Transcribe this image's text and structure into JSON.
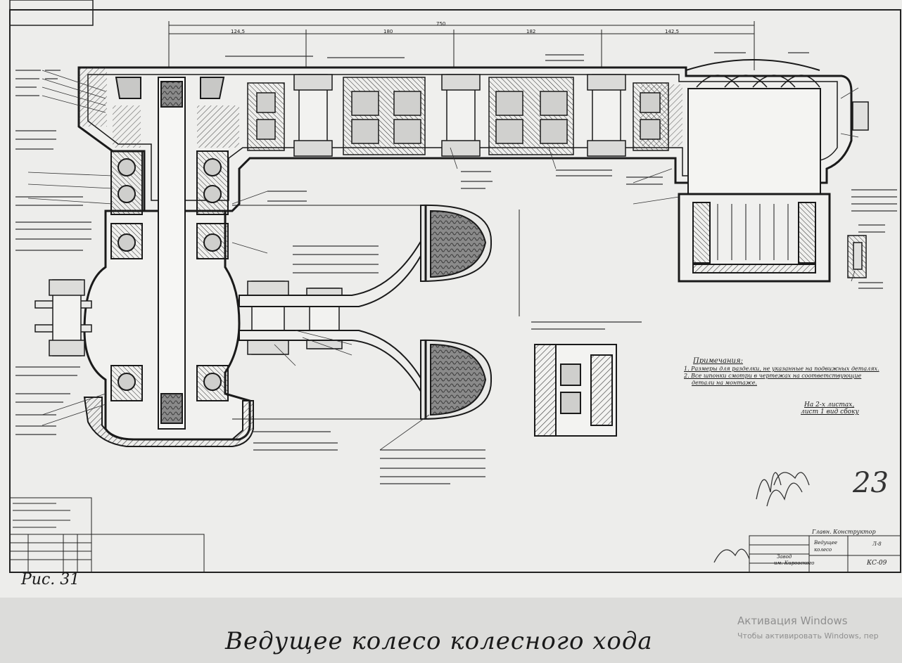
{
  "figure": {
    "label": "Рис. 31",
    "caption": "Ведущее колесо колесного хода",
    "page_number": "23"
  },
  "dimensions": {
    "total": "750",
    "segments": [
      "124,5",
      "180",
      "182",
      "142,5"
    ]
  },
  "notes": {
    "heading": "Примечания:",
    "items": [
      "1. Размеры для разделки, не указанные на подвижных деталях.",
      "2. Все шпонки смотри в чертежах на соответствующие",
      "детали на монтаже."
    ]
  },
  "sheet_note": [
    "На 2-х листах,",
    "лист 1 вид сбоку"
  ],
  "title_block": {
    "chief_designer": "Главн. Конструктор",
    "name_line_1": "Ведущее",
    "name_line_2": "колесо",
    "sheet": "Л-8",
    "code": "КС-09",
    "plant_1": "Завод",
    "plant_2": "им. Кировского"
  },
  "os_overlay": {
    "title": "Активация Windows",
    "subtitle": "Чтобы активировать Windows, пер"
  },
  "colors": {
    "background": "#d9d9d7",
    "paper": "#ededeb",
    "ink": "#1a1a1a",
    "hatch": "#3a3a3a"
  }
}
